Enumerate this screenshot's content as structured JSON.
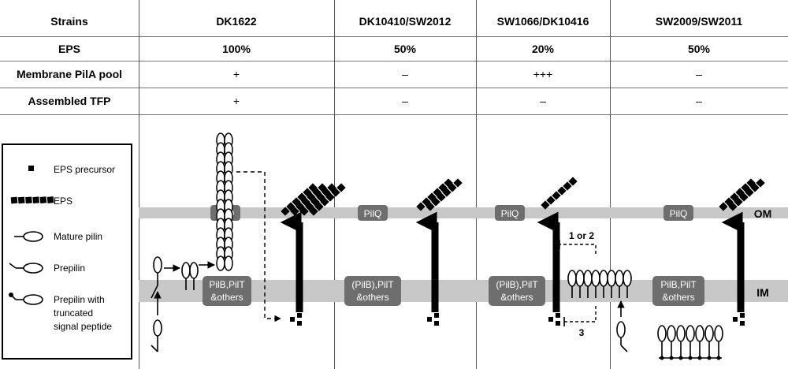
{
  "table": {
    "header_row_label": "Strains",
    "row_labels": [
      "EPS",
      "Membrane PilA pool",
      "Assembled TFP"
    ],
    "strains": [
      "DK1622",
      "DK10410/SW2012",
      "SW1066/DK10416",
      "SW2009/SW2011"
    ],
    "eps": [
      "100%",
      "50%",
      "20%",
      "50%"
    ],
    "membrane_pila_pool": [
      "+",
      "–",
      "+++",
      "–"
    ],
    "assembled_tfp": [
      "+",
      "–",
      "–",
      "–"
    ]
  },
  "legend": {
    "items": [
      "EPS precursor",
      "EPS",
      "Mature pilin",
      "Prepilin",
      "Prepilin with truncated signal peptide"
    ],
    "item5_lines": [
      "Prepilin with",
      "truncated",
      "signal peptide"
    ]
  },
  "diagram": {
    "om_label": "OM",
    "im_label": "IM",
    "pilq_label": "PilQ",
    "im_boxes": [
      [
        "PilB,PilT",
        "&others"
      ],
      [
        "(PilB),PilT",
        "&others"
      ],
      [
        "(PilB),PilT",
        "&others"
      ],
      [
        "PilB,PilT",
        "&others"
      ]
    ],
    "annotation_1or2": "1 or 2",
    "annotation_3": "3"
  },
  "colors": {
    "membrane": "#c8c8c8",
    "box": "#6e6e6e",
    "box_text": "#ffffff",
    "grid": "#777777"
  }
}
